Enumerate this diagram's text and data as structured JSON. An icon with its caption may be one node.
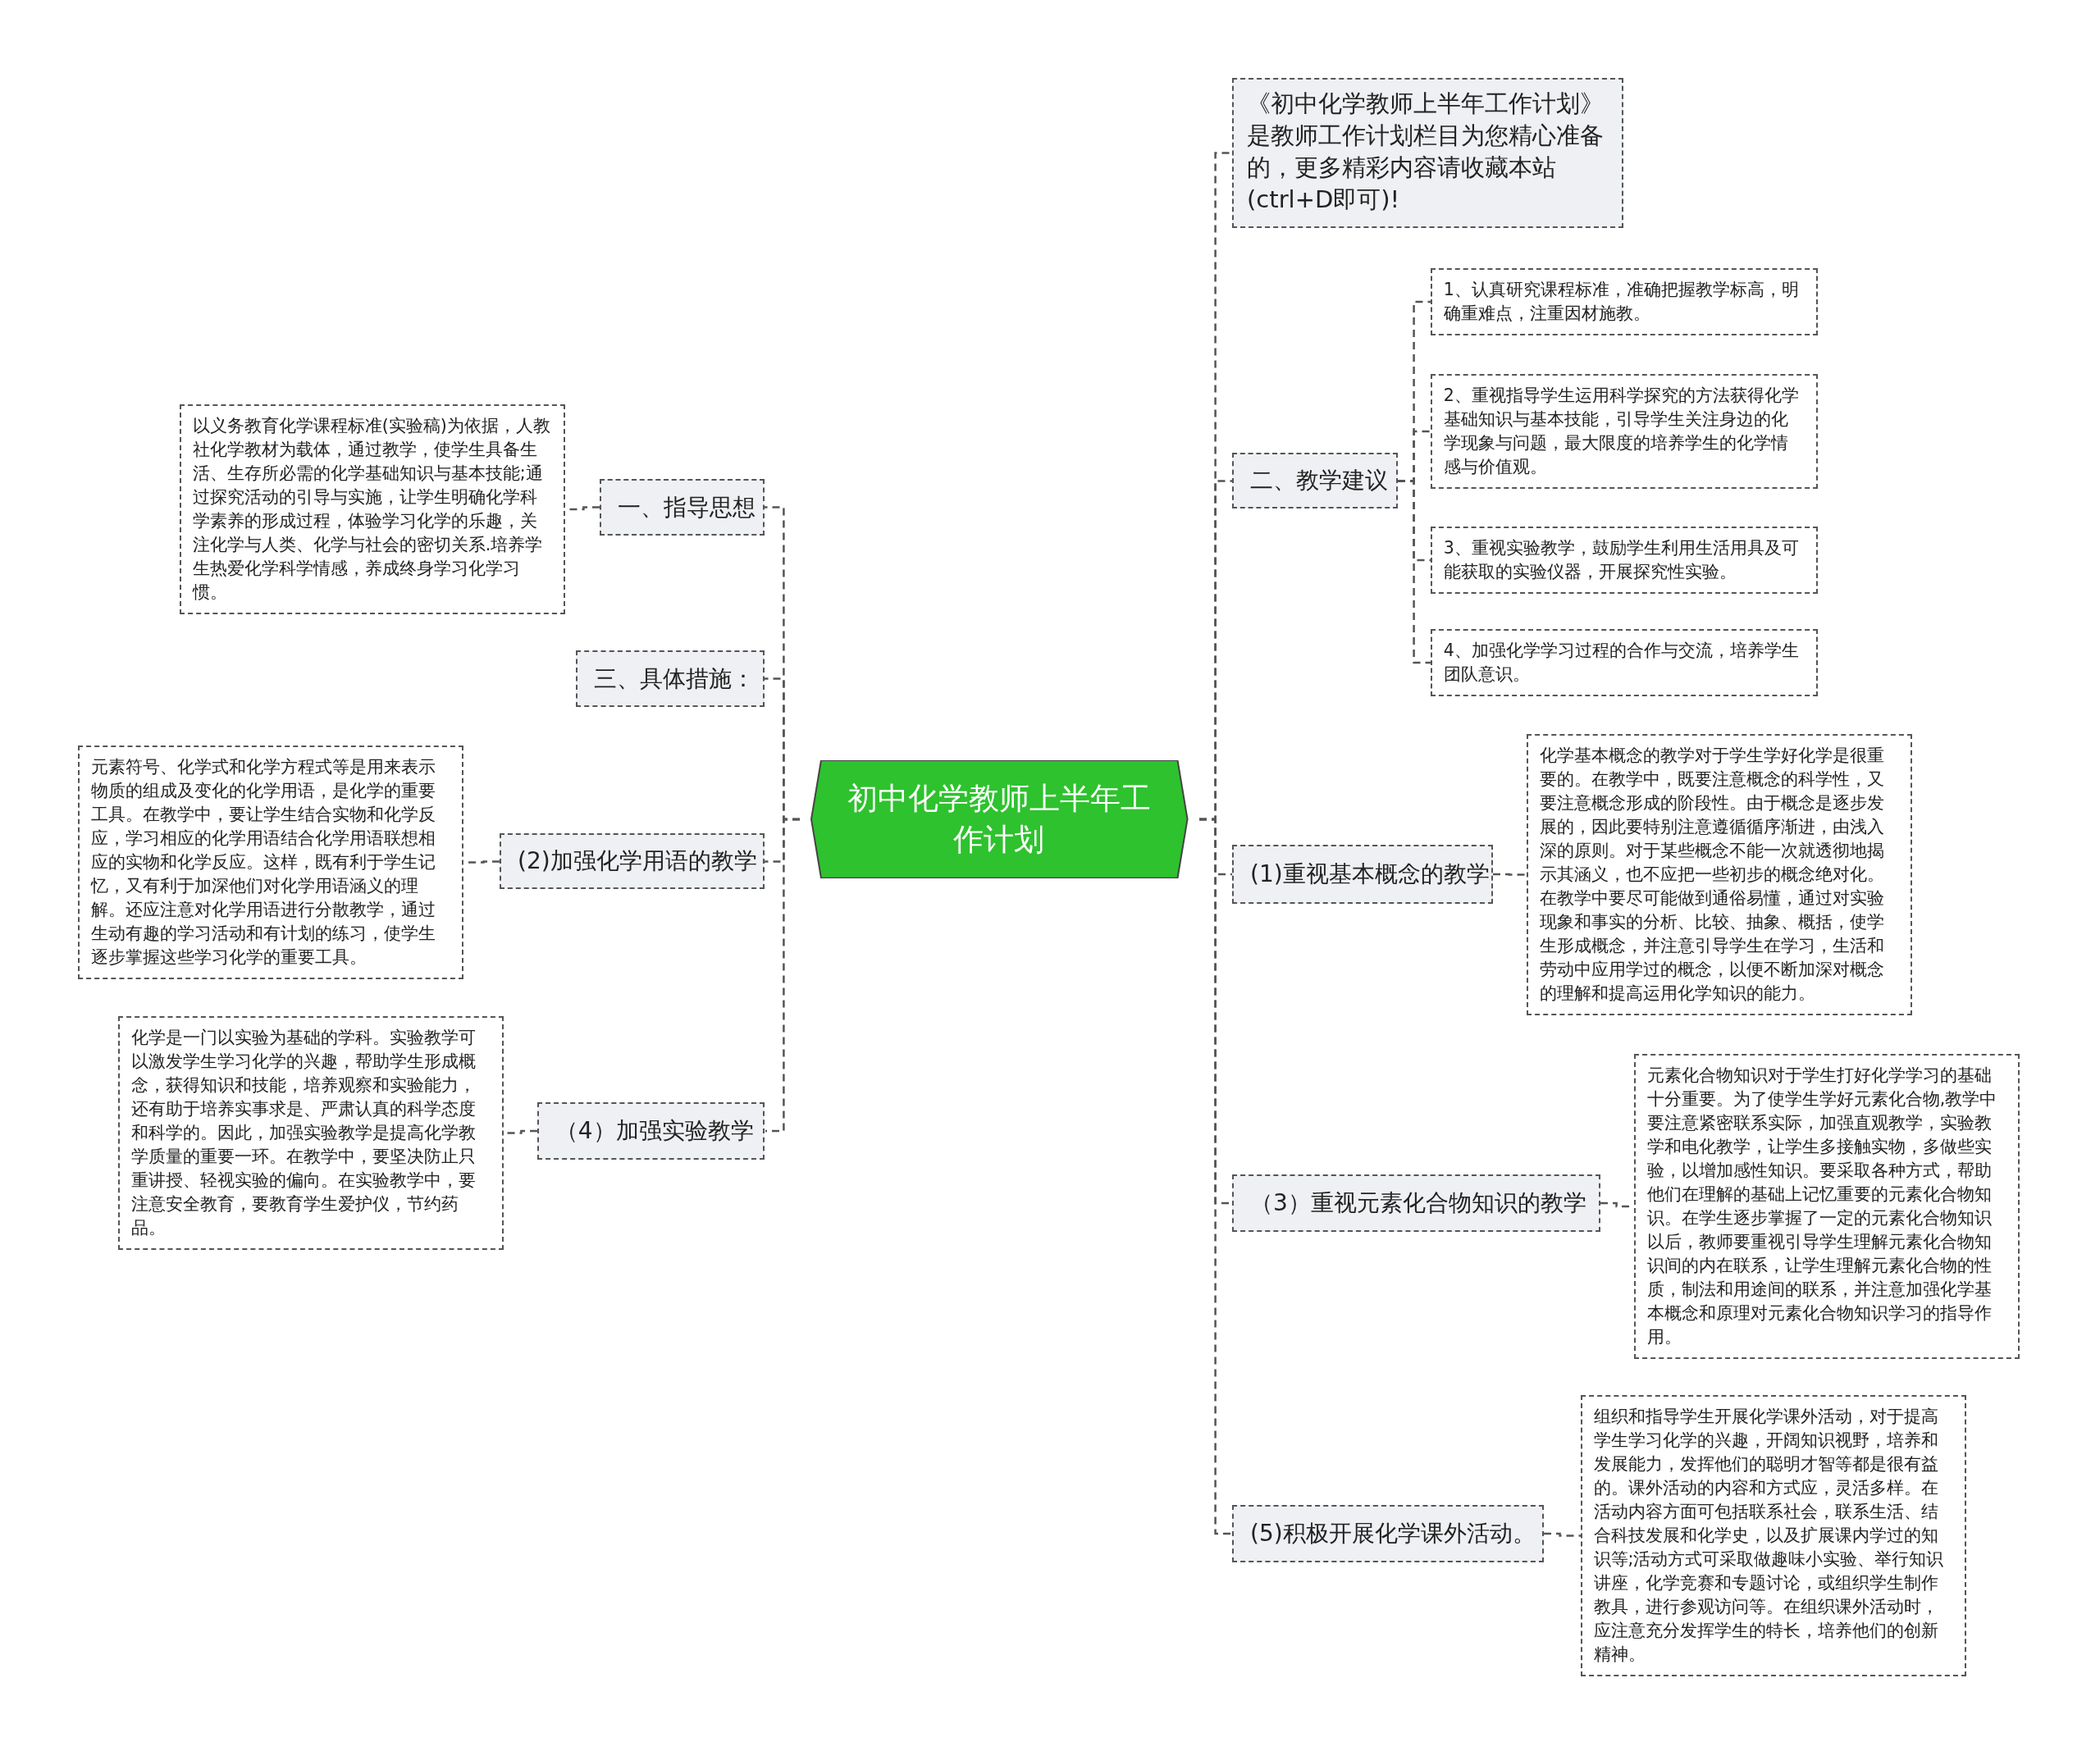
{
  "diagram": {
    "nodes": [
      {
        "text": [
          "初中化学教师上半年工作计划"
        ]
      },
      {
        "text": [
          "《初中化学教师上半年工作计划》是教师工作计划栏目为您精心准备的，更多精彩内容请收藏本站(ctrl+D即可)!"
        ]
      },
      {
        "text": [
          "二、教学建议"
        ]
      },
      {
        "text": [
          "1、认真研究课程标准，准确把握教学标高，明确重难点，注重因材施教。"
        ]
      },
      {
        "text": [
          "2、重视指导学生运用科学探究的方法获得化学基础知识与基本技能，引导学生关注身边的化学现象与问题，最大限度的培养学生的化学情感与价值观。"
        ]
      },
      {
        "text": [
          "3、重视实验教学，鼓励学生利用生活用具及可能获取的实验仪器，开展探究性实验。"
        ]
      },
      {
        "text": [
          "4、加强化学学习过程的合作与交流，培养学生团队意识。"
        ]
      },
      {
        "text": [
          "(1)重视基本概念的教学"
        ]
      },
      {
        "text": [
          "化学基本概念的教学对于学生学好化学是很重要的。在教学中，既要注意概念的科学性，又要注意概念形成的阶段性。由于概念是逐步发展的，因此要特别注意遵循循序渐进，由浅入深的原则。对于某些概念不能一次就透彻地揭示其涵义，也不应把一些初步的概念绝对化。在教学中要尽可能做到通俗易懂，通过对实验现象和事实的分析、比较、抽象、概括，使学生形成概念，并注意引导学生在学习，生活和劳动中应用学过的概念，以便不断加深对概念的理解和提高运用化学知识的能力。"
        ]
      },
      {
        "text": [
          "（3）重视元素化合物知识的教学"
        ]
      },
      {
        "text": [
          "元素化合物知识对于学生打好化学学习的基础十分重要。为了使学生学好元素化合物,教学中要注意紧密联系实际，加强直观教学，实验教学和电化教学，让学生多接触实物，多做些实验，以增加感性知识。要采取各种方式，帮助他们在理解的基础上记忆重要的元素化合物知识。在学生逐步掌握了一定的元素化合物知识以后，教师要重视引导学生理解元素化合物知识间的内在联系，让学生理解元素化合物的性质，制法和用途间的联系，并注意加强化学基本概念和原理对元素化合物知识学习的指导作用。"
        ]
      },
      {
        "text": [
          "(5)积极开展化学课外活动。"
        ]
      },
      {
        "text": [
          "组织和指导学生开展化学课外活动，对于提高学生学习化学的兴趣，开阔知识视野，培养和发展能力，发挥他们的聪明才智等都是很有益的。课外活动的内容和方式应，灵活多样。在活动内容方面可包括联系社会，联系生活、结合科技发展和化学史，以及扩展课内学过的知识等;活动方式可采取做趣味小实验、举行知识讲座，化学竞赛和专题讨论，或组织学生制作教具，进行参观访问等。在组织课外活动时，应注意充分发挥学生的特长，培养他们的创新精神。"
        ]
      },
      {
        "text": [
          "一、指导思想"
        ]
      },
      {
        "text": [
          "以义务教育化学课程标准(实验稿)为依据，人教社化学教材为载体，通过教学，使学生具备生活、生存所必需的化学基础知识与基本技能;通过探究活动的引导与实施，让学生明确化学科学素养的形成过程，体验学习化学的乐趣，关注化学与人类、化学与社会的密切关系.培养学生热爱化学科学情感，养成终身学习化学习惯。"
        ]
      },
      {
        "text": [
          "三、具体措施："
        ]
      },
      {
        "text": [
          "(2)加强化学用语的教学"
        ]
      },
      {
        "text": [
          "元素符号、化学式和化学方程式等是用来表示物质的组成及变化的化学用语，是化学的重要工具。在教学中，要让学生结合实物和化学反应，学习相应的化学用语结合化学用语联想相应的实物和化学反应。这样，既有利于学生记忆，又有利于加深他们对化学用语涵义的理解。还应注意对化学用语进行分散教学，通过生动有趣的学习活动和有计划的练习，使学生逐步掌握这些学习化学的重要工具。"
        ]
      },
      {
        "text": [
          "（4）加强实验教学"
        ]
      },
      {
        "text": [
          "化学是一门以实验为基础的学科。实验教学可以激发学生学习化学的兴趣，帮助学生形成概念，获得知识和技能，培养观察和实验能力，还有助于培养实事求是、严肃认真的科学态度和科学的。因此，加强实验教学是提高化学教学质量的重要一环。在教学中，要坚决防止只重讲授、轻视实验的偏向。在实验教学中，要注意安全教育，要教育学生爱护仪，节约药品。"
        ]
      }
    ],
    "edges": [
      {
        "from": 0,
        "to": 1,
        "arrow": "none"
      },
      {
        "from": 0,
        "to": 2,
        "arrow": "none"
      },
      {
        "from": 2,
        "to": 3,
        "arrow": "none"
      },
      {
        "from": 2,
        "to": 4,
        "arrow": "none"
      },
      {
        "from": 2,
        "to": 5,
        "arrow": "none"
      },
      {
        "from": 2,
        "to": 6,
        "arrow": "none"
      },
      {
        "from": 0,
        "to": 7,
        "arrow": "none"
      },
      {
        "from": 7,
        "to": 8,
        "arrow": "none"
      },
      {
        "from": 0,
        "to": 9,
        "arrow": "none"
      },
      {
        "from": 9,
        "to": 10,
        "arrow": "none"
      },
      {
        "from": 0,
        "to": 11,
        "arrow": "none"
      },
      {
        "from": 11,
        "to": 12,
        "arrow": "none"
      },
      {
        "from": 0,
        "to": 13,
        "arrow": "none"
      },
      {
        "from": 13,
        "to": 14,
        "arrow": "none"
      },
      {
        "from": 0,
        "to": 15,
        "arrow": "none"
      },
      {
        "from": 0,
        "to": 16,
        "arrow": "none"
      },
      {
        "from": 16,
        "to": 17,
        "arrow": "none"
      },
      {
        "from": 0,
        "to": 18,
        "arrow": "none"
      },
      {
        "from": 18,
        "to": 19,
        "arrow": "none"
      }
    ]
  }
}
